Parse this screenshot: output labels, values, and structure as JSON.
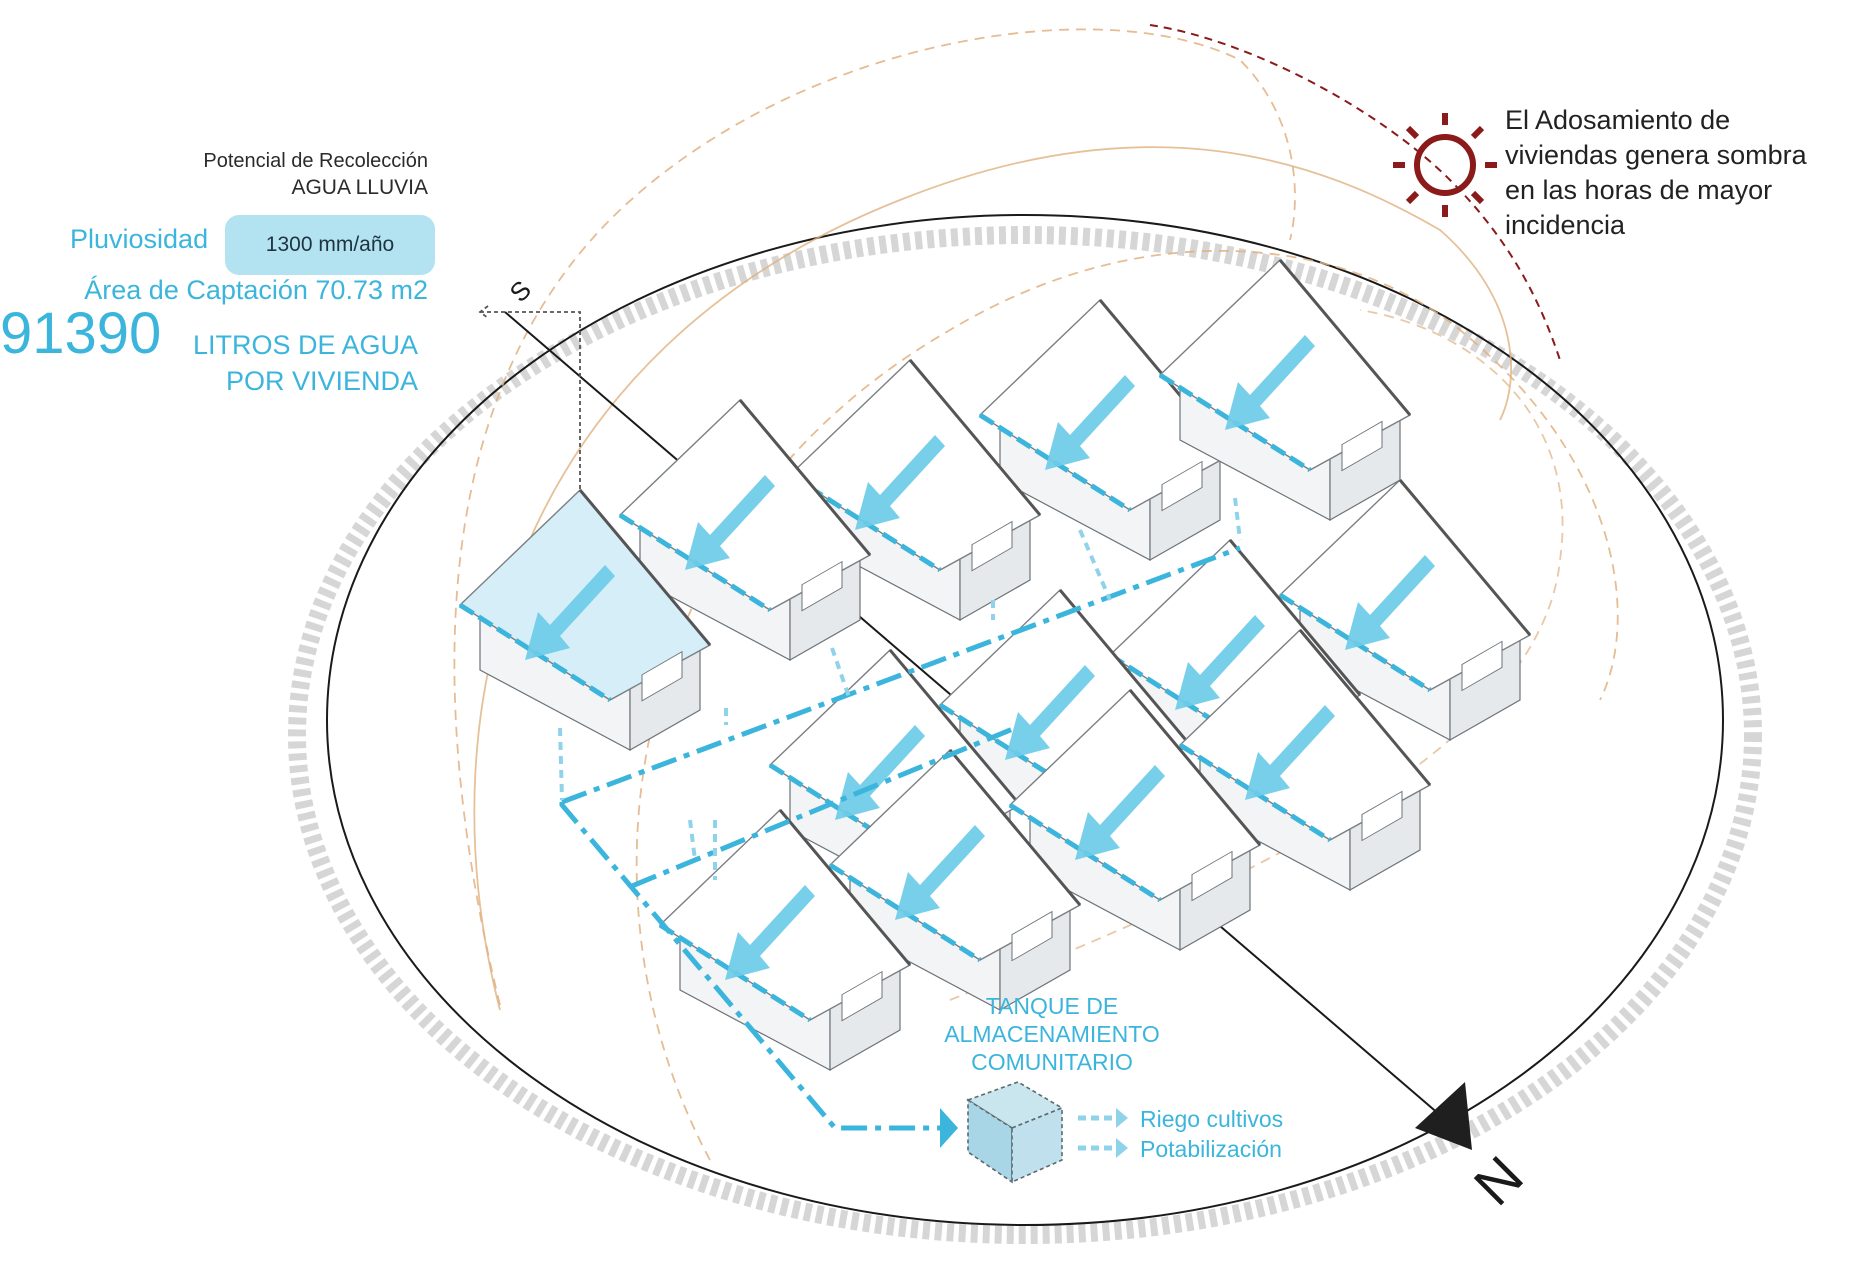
{
  "collection": {
    "title_line1": "Potencial de Recolección",
    "title_line2": "AGUA LLUVIA",
    "rainfall_label": "Pluviosidad",
    "rainfall_value": "1300 mm/año",
    "catchment_area": "Área de Captación 70.73 m2",
    "liters_value": "91390",
    "liters_label_line1": "LITROS DE AGUA",
    "liters_label_line2": "POR VIVIENDA"
  },
  "sun_note": "El Adosamiento de viviendas genera sombra en las horas de mayor incidencia",
  "tank": {
    "title": "TANQUE DE ALMACENAMIENTO COMUNITARIO",
    "uses": [
      "Riego cultivos",
      "Potabilización"
    ]
  },
  "compass": {
    "north": "N",
    "south": "S"
  },
  "colors": {
    "cyan": "#3cb5dc",
    "light_cyan": "#b3e2f0",
    "sun_red": "#8b1a1a",
    "sun_path": "#e0b080",
    "ring_gray": "#d6d6d6"
  },
  "houses": {
    "count": 13,
    "rows": [
      {
        "count": 4
      },
      {
        "count": 5
      },
      {
        "count": 4
      }
    ]
  }
}
